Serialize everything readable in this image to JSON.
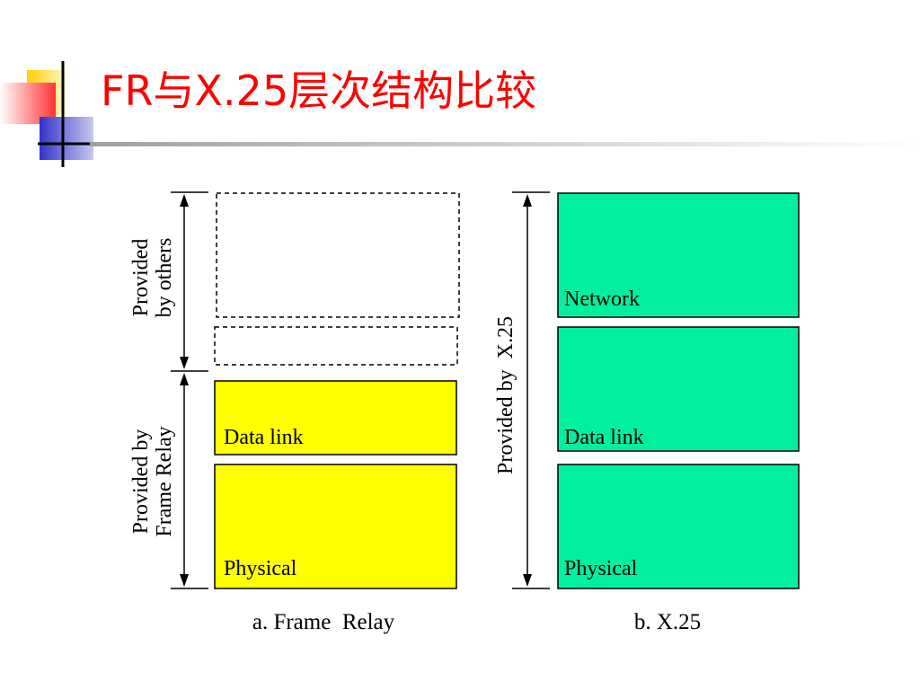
{
  "slide": {
    "title": "FR与X.25层次结构比较"
  },
  "colors": {
    "title": "#ff0000",
    "frame_relay_fill": "#ffff00",
    "x25_fill": "#00f0a0",
    "deco_yellow": "#ffd000",
    "deco_blue": "#3333cc",
    "deco_red": "#ff3333"
  },
  "diagram": {
    "frame_relay": {
      "caption": "a. Frame  Relay",
      "others_label_line1": "Provided",
      "others_label_line2": "by others",
      "fr_label_line1": "Provided by",
      "fr_label_line2": "Frame Relay",
      "layers": [
        {
          "name": "",
          "provided": false
        },
        {
          "name": "",
          "provided": false
        },
        {
          "name": "Data link",
          "provided": true
        },
        {
          "name": "Physical",
          "provided": true
        }
      ]
    },
    "x25": {
      "caption": "b. X.25",
      "label": "Provided by  X.25",
      "layers": [
        {
          "name": "Network"
        },
        {
          "name": "Data link"
        },
        {
          "name": "Physical"
        }
      ]
    }
  }
}
